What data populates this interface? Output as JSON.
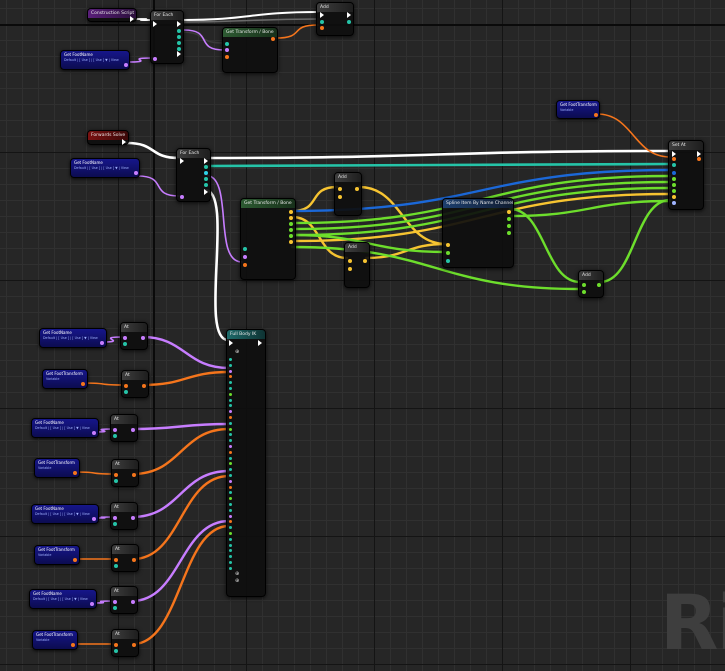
{
  "graph": {
    "watermark": "Ri",
    "colors": {
      "exec": "#ffffff",
      "name": "#c77dff",
      "transform": "#f5751c",
      "vector": "#f7c431",
      "rotator": "#a0b4ff",
      "struct": "#1b68d8",
      "float": "#6dde2c",
      "teal": "#25c4a8",
      "int": "#2ed1e6"
    }
  },
  "nodes": {
    "construction": {
      "title": "Construction Script"
    },
    "foreach1": {
      "title": "For Each"
    },
    "make1": {
      "title": "Get Transform / Bone"
    },
    "add1": {
      "title": "Add"
    },
    "getfoot1": {
      "title": "Get FootName",
      "sub": "Default | [ Use ] | [ Use ] ▼ | View"
    },
    "getfoottr_top": {
      "title": "Get FootTransform",
      "sub": "Variable"
    },
    "forward": {
      "title": "Forwards Solve"
    },
    "foreach2": {
      "title": "For Each"
    },
    "getfoot2": {
      "title": "Get FootName",
      "sub": "Default | [ Use ] | [ Use ] ▼ | View"
    },
    "settr": {
      "title": "Set At"
    },
    "getbone2": {
      "title": "Get Transform / Bone"
    },
    "add2": {
      "title": "Add"
    },
    "add3": {
      "title": "Add"
    },
    "spline": {
      "title": "Spline Item By Name Channel"
    },
    "add4": {
      "title": "Add"
    },
    "fullbody": {
      "title": "Full Body IK"
    },
    "left_vars": [
      {
        "title": "Get FootName",
        "sub": "Default | [ Use ] | [ Use ] ▼ | View"
      },
      {
        "title": "Get FootTransform",
        "sub": "Variable"
      },
      {
        "title": "Get FootName",
        "sub": "Default | [ Use ] | [ Use ] ▼ | View"
      },
      {
        "title": "Get FootTransform",
        "sub": "Variable"
      },
      {
        "title": "Get FootName",
        "sub": "Default | [ Use ] | [ Use ] ▼ | View"
      },
      {
        "title": "Get FootTransform",
        "sub": "Variable"
      },
      {
        "title": "Get FootName",
        "sub": "Default | [ Use ] | [ Use ] ▼ | View"
      },
      {
        "title": "Get FootTransform",
        "sub": "Variable"
      }
    ],
    "at_nodes": [
      {
        "title": "At"
      },
      {
        "title": "At"
      },
      {
        "title": "At"
      },
      {
        "title": "At"
      },
      {
        "title": "At"
      },
      {
        "title": "At"
      },
      {
        "title": "At"
      },
      {
        "title": "At"
      }
    ]
  }
}
